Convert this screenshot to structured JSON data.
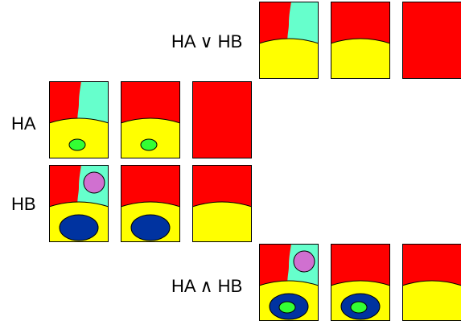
{
  "colors": {
    "red": "#ff0000",
    "yellow": "#ffff00",
    "aqua": "#66ffcc",
    "green": "#33ff33",
    "navy": "#0033a0",
    "violet": "#d070d0",
    "outline": "#000000",
    "background": "#ffffff"
  },
  "rows": [
    {
      "id": "union",
      "label": "HA ∨ HB",
      "panels": [
        {
          "aqua": true,
          "violet": false,
          "navy": false,
          "green": false
        },
        {
          "aqua": false,
          "violet": false,
          "navy": false,
          "green": false
        },
        {
          "aqua": false,
          "violet": false,
          "navy": false,
          "green": false,
          "yellow": false
        }
      ]
    },
    {
      "id": "ha",
      "label": "HA",
      "panels": [
        {
          "aqua": true,
          "violet": false,
          "navy": false,
          "green": true
        },
        {
          "aqua": false,
          "violet": false,
          "navy": false,
          "green": true
        },
        {
          "aqua": false,
          "violet": false,
          "navy": false,
          "green": false,
          "yellow": false
        }
      ]
    },
    {
      "id": "hb",
      "label": "HB",
      "panels": [
        {
          "aqua": true,
          "violet": true,
          "navy": true,
          "green": false
        },
        {
          "aqua": false,
          "violet": false,
          "navy": true,
          "green": false
        },
        {
          "aqua": false,
          "violet": false,
          "navy": false,
          "green": false
        }
      ]
    },
    {
      "id": "intersection",
      "label": "HA ∧ HB",
      "panels": [
        {
          "aqua": true,
          "violet": true,
          "navy": true,
          "green": true
        },
        {
          "aqua": false,
          "violet": false,
          "navy": true,
          "green": true
        },
        {
          "aqua": false,
          "violet": false,
          "navy": false,
          "green": false
        }
      ]
    }
  ]
}
